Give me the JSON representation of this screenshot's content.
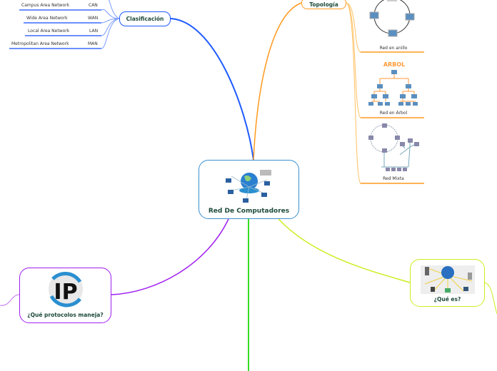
{
  "central": {
    "title": "Red De Computadores",
    "image": "network-globe-icon"
  },
  "branches": {
    "clasificacion": {
      "title": "Clasificación",
      "color": "#1f5bff",
      "items": [
        {
          "name": "Campus Area Network",
          "abbr": "CAN"
        },
        {
          "name": "Wide Area Network",
          "abbr": "WAN"
        },
        {
          "name": "Local Area Network",
          "abbr": "LAN"
        },
        {
          "name": "Metropolitan Area Network",
          "abbr": "MAN"
        }
      ]
    },
    "topologia": {
      "title": "Topología",
      "color": "#ff9a1f",
      "items": [
        {
          "caption": "Red en anillo",
          "image": "ring-topology"
        },
        {
          "caption": "Red en Árbol",
          "image": "tree-topology",
          "image_title": "ARBOL"
        },
        {
          "caption": "Red Mixta",
          "image": "mixed-topology"
        }
      ]
    },
    "protocolos": {
      "title": "¿Qué protocolos maneja?",
      "color": "#a020f0",
      "image": "ip-logo"
    },
    "que_es": {
      "title": "¿Qué es?",
      "color": "#ccee22",
      "image": "network-globe-icon"
    },
    "bottom": {
      "color": "#33dd22"
    }
  }
}
